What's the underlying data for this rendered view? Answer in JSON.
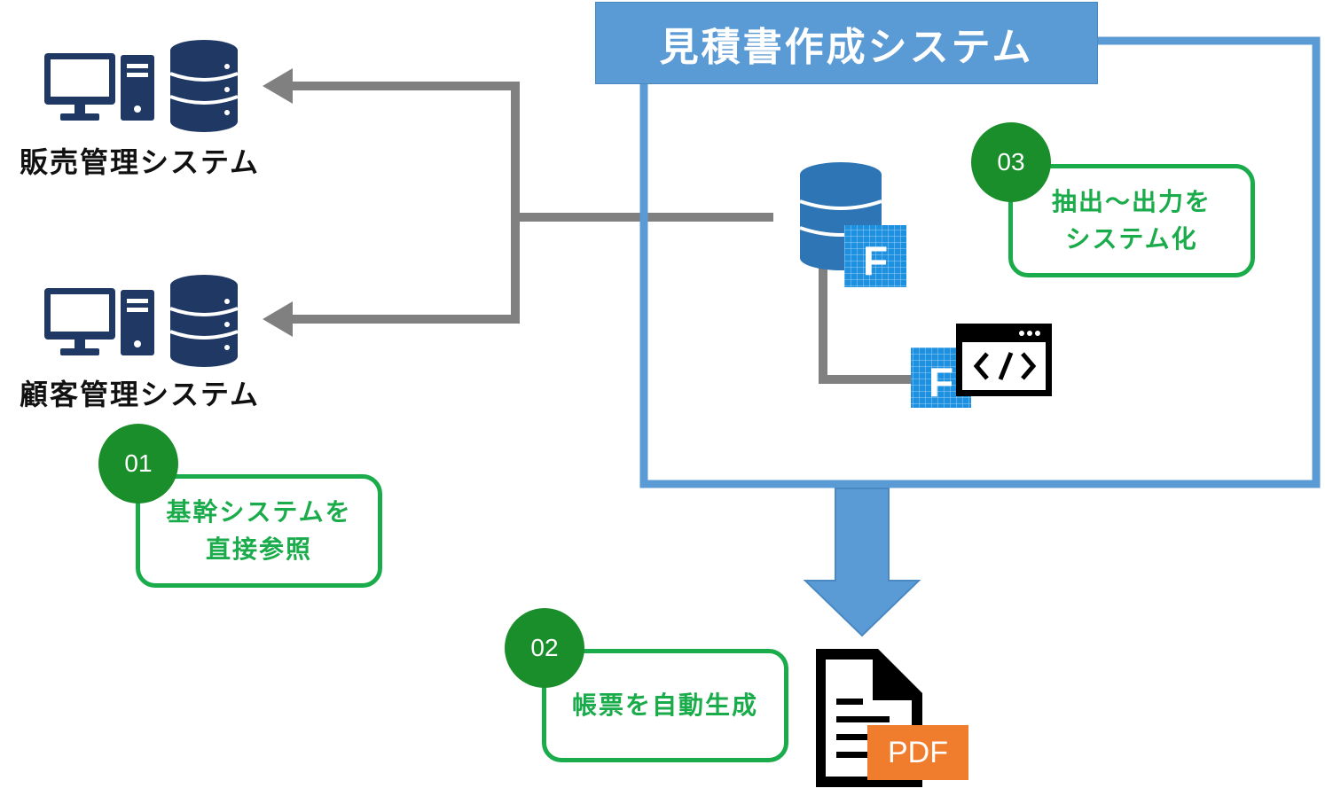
{
  "title": "見積書作成システム",
  "systems": [
    {
      "label": "販売管理システム"
    },
    {
      "label": "顧客管理システム"
    }
  ],
  "callouts": [
    {
      "number": "01",
      "lines": [
        "基幹システムを",
        "直接参照"
      ]
    },
    {
      "number": "02",
      "lines": [
        "帳票を自動生成"
      ]
    },
    {
      "number": "03",
      "lines": [
        "抽出～出力を",
        "システム化"
      ]
    }
  ],
  "icons": {
    "database_badge": "F",
    "tool_badge": "F",
    "pdf": "PDF"
  },
  "colors": {
    "navy": "#1f3864",
    "blue": "#5b9bd5",
    "db_blue": "#2e75b6",
    "green": "#1aab4a",
    "badge_green": "#1b8e2c",
    "gray": "#808080",
    "pdf_orange": "#f07c2e"
  }
}
